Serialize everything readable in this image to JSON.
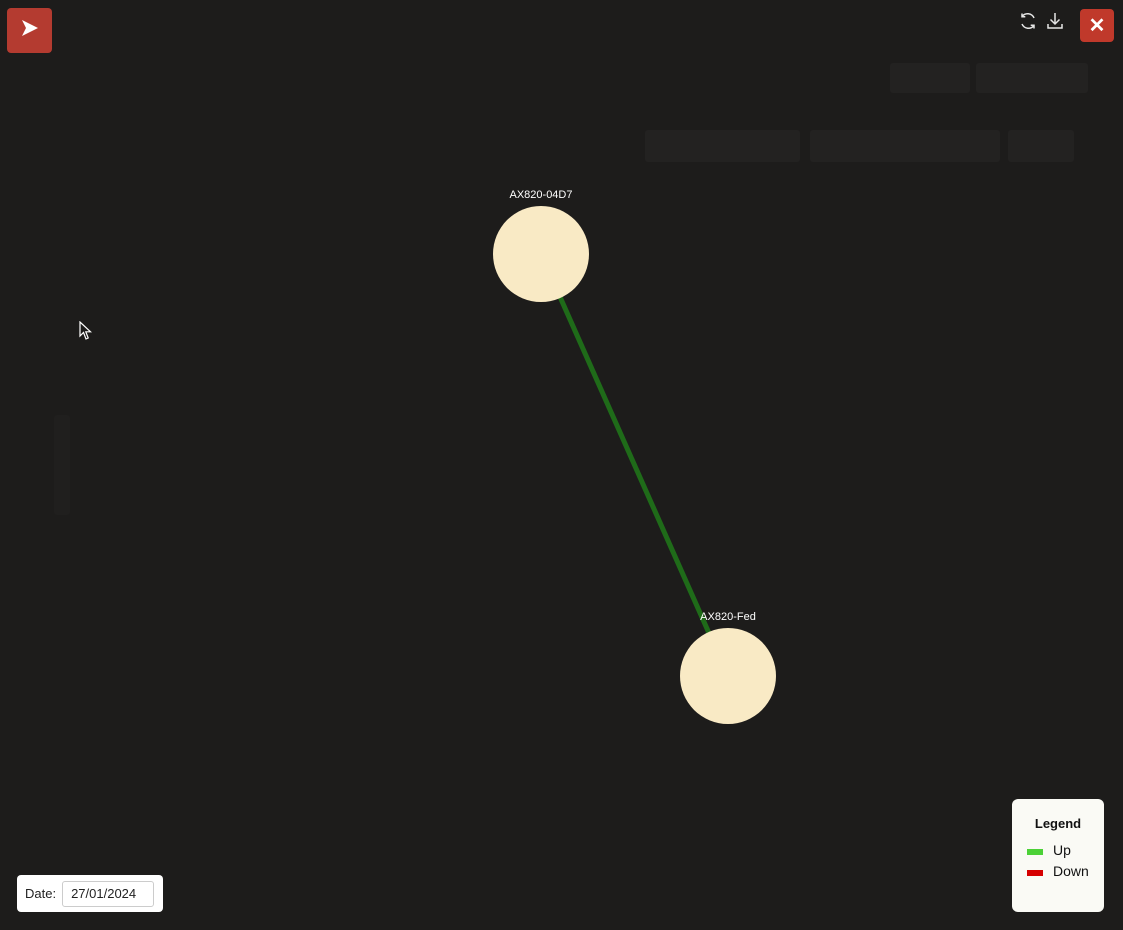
{
  "header": {
    "logo_icon": "send-arrow-icon",
    "refresh_icon": "refresh-icon",
    "download_icon": "download-icon",
    "close_icon": "close-icon",
    "close_label": "✕"
  },
  "graph": {
    "nodes": [
      {
        "id": "AX820-04D7",
        "label": "AX820-04D7",
        "color": "#f9eac5"
      },
      {
        "id": "AX820-Fed",
        "label": "AX820-Fed",
        "color": "#f9eac5"
      }
    ],
    "links": [
      {
        "source": "AX820-04D7",
        "target": "AX820-Fed",
        "status": "Up",
        "color": "#1f6b19"
      }
    ]
  },
  "date_filter": {
    "label": "Date:",
    "value": "27/01/2024"
  },
  "legend": {
    "title": "Legend",
    "items": [
      {
        "label": "Up",
        "color": "#4cd137"
      },
      {
        "label": "Down",
        "color": "#d60000"
      }
    ]
  },
  "colors": {
    "accent": "#c0392b",
    "background": "#1d1c1b"
  }
}
